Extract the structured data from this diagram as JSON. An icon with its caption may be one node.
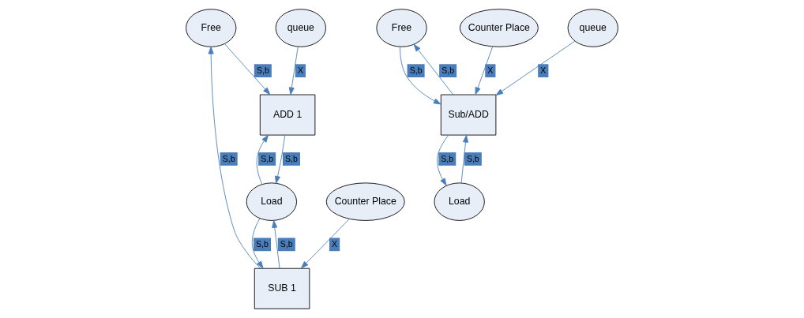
{
  "diagram": {
    "nodes": [
      {
        "text": [
          "Free"
        ]
      },
      {
        "text": [
          "Counter Place"
        ]
      },
      {
        "text": [
          "SUB 1"
        ]
      },
      {
        "text": [
          "ADD 1"
        ]
      },
      {
        "text": [
          "queue"
        ]
      },
      {
        "text": [
          "Load"
        ]
      },
      {
        "text": [
          "Free"
        ]
      },
      {
        "text": [
          "Counter Place"
        ]
      },
      {
        "text": [
          "Sub/ADD"
        ]
      },
      {
        "text": [
          "queue"
        ]
      },
      {
        "text": [
          "Load"
        ]
      }
    ],
    "edges": [
      {
        "from": 1,
        "to": 2,
        "arrow": "to",
        "label": "X"
      },
      {
        "from": 2,
        "to": 0,
        "arrow": "to",
        "label": "S,b"
      },
      {
        "from": 0,
        "to": 3,
        "arrow": "to",
        "label": "S,b"
      },
      {
        "from": 4,
        "to": 3,
        "arrow": "to",
        "label": "X"
      },
      {
        "from": 5,
        "to": 2,
        "arrow": "to",
        "label": "S,b"
      },
      {
        "from": 2,
        "to": 5,
        "arrow": "to",
        "label": "S,b"
      },
      {
        "from": 5,
        "to": 3,
        "arrow": "to",
        "label": "S,b"
      },
      {
        "from": 3,
        "to": 5,
        "arrow": "to",
        "label": "S,b"
      },
      {
        "from": 8,
        "to": 6,
        "arrow": "to",
        "label": "S,b"
      },
      {
        "from": 6,
        "to": 8,
        "arrow": "to",
        "label": "S,b"
      },
      {
        "from": 7,
        "to": 8,
        "arrow": "to",
        "label": "X"
      },
      {
        "from": 9,
        "to": 8,
        "arrow": "to",
        "label": "X"
      },
      {
        "from": 10,
        "to": 8,
        "arrow": "to",
        "label": "S,b"
      },
      {
        "from": 8,
        "to": 10,
        "arrow": "to",
        "label": "S,b"
      }
    ]
  }
}
